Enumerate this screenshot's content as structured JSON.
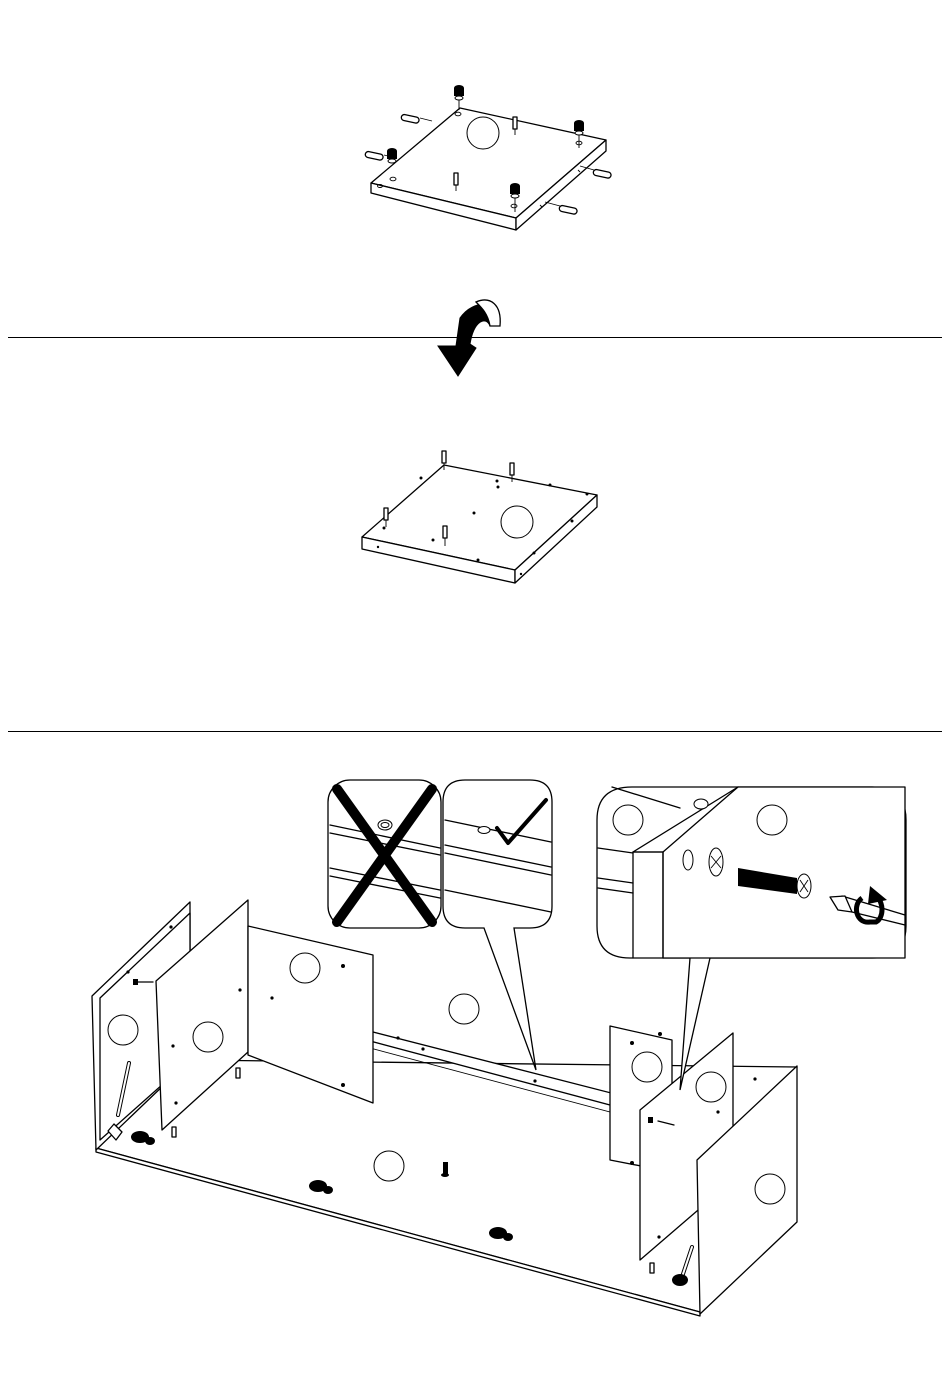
{
  "page": {
    "background": "#ffffff",
    "line_color": "#000000"
  },
  "steps": [
    {
      "name": "panel-with-dowels-and-cam-locks",
      "icons": [
        "dowel-icon",
        "cam-lock-icon",
        "bolt-icon"
      ]
    },
    {
      "name": "flip-panel-arrow",
      "icons": [
        "rotate-arrow-icon"
      ]
    },
    {
      "name": "flipped-panel",
      "icons": [
        "bolt-icon"
      ]
    },
    {
      "name": "cabinet-assembly",
      "icons": [
        "wrong-icon",
        "correct-icon",
        "screw-icon",
        "screwdriver-icon"
      ]
    }
  ]
}
